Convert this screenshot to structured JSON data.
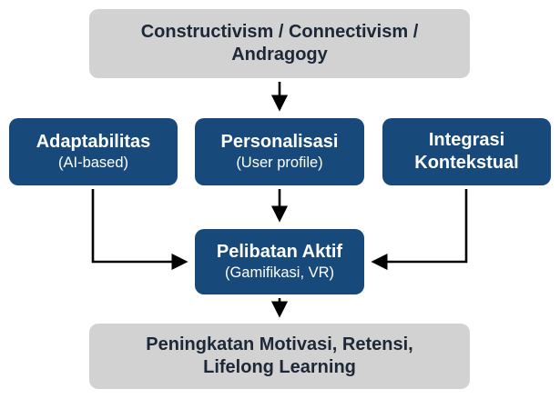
{
  "diagram": {
    "theory_box": {
      "label": "Constructivism / Connectivism / Andragogy"
    },
    "adaptability_box": {
      "title": "Adaptabilitas",
      "subtitle": "(AI-based)"
    },
    "personalization_box": {
      "title": "Personalisasi",
      "subtitle": "(User profile)"
    },
    "contextual_box": {
      "title": "Integrasi Kontekstual"
    },
    "engagement_box": {
      "title": "Pelibatan Aktif",
      "subtitle": "(Gamifikasi, VR)"
    },
    "outcome_box": {
      "label": "Peningkatan Motivasi, Retensi, Lifelong Learning"
    },
    "colors": {
      "navy": "#17497B",
      "gray": "#D2D2D2",
      "arrow": "#000000",
      "gray_box_text": "#1C2838",
      "navy_box_text": "#FFFFFF"
    }
  }
}
